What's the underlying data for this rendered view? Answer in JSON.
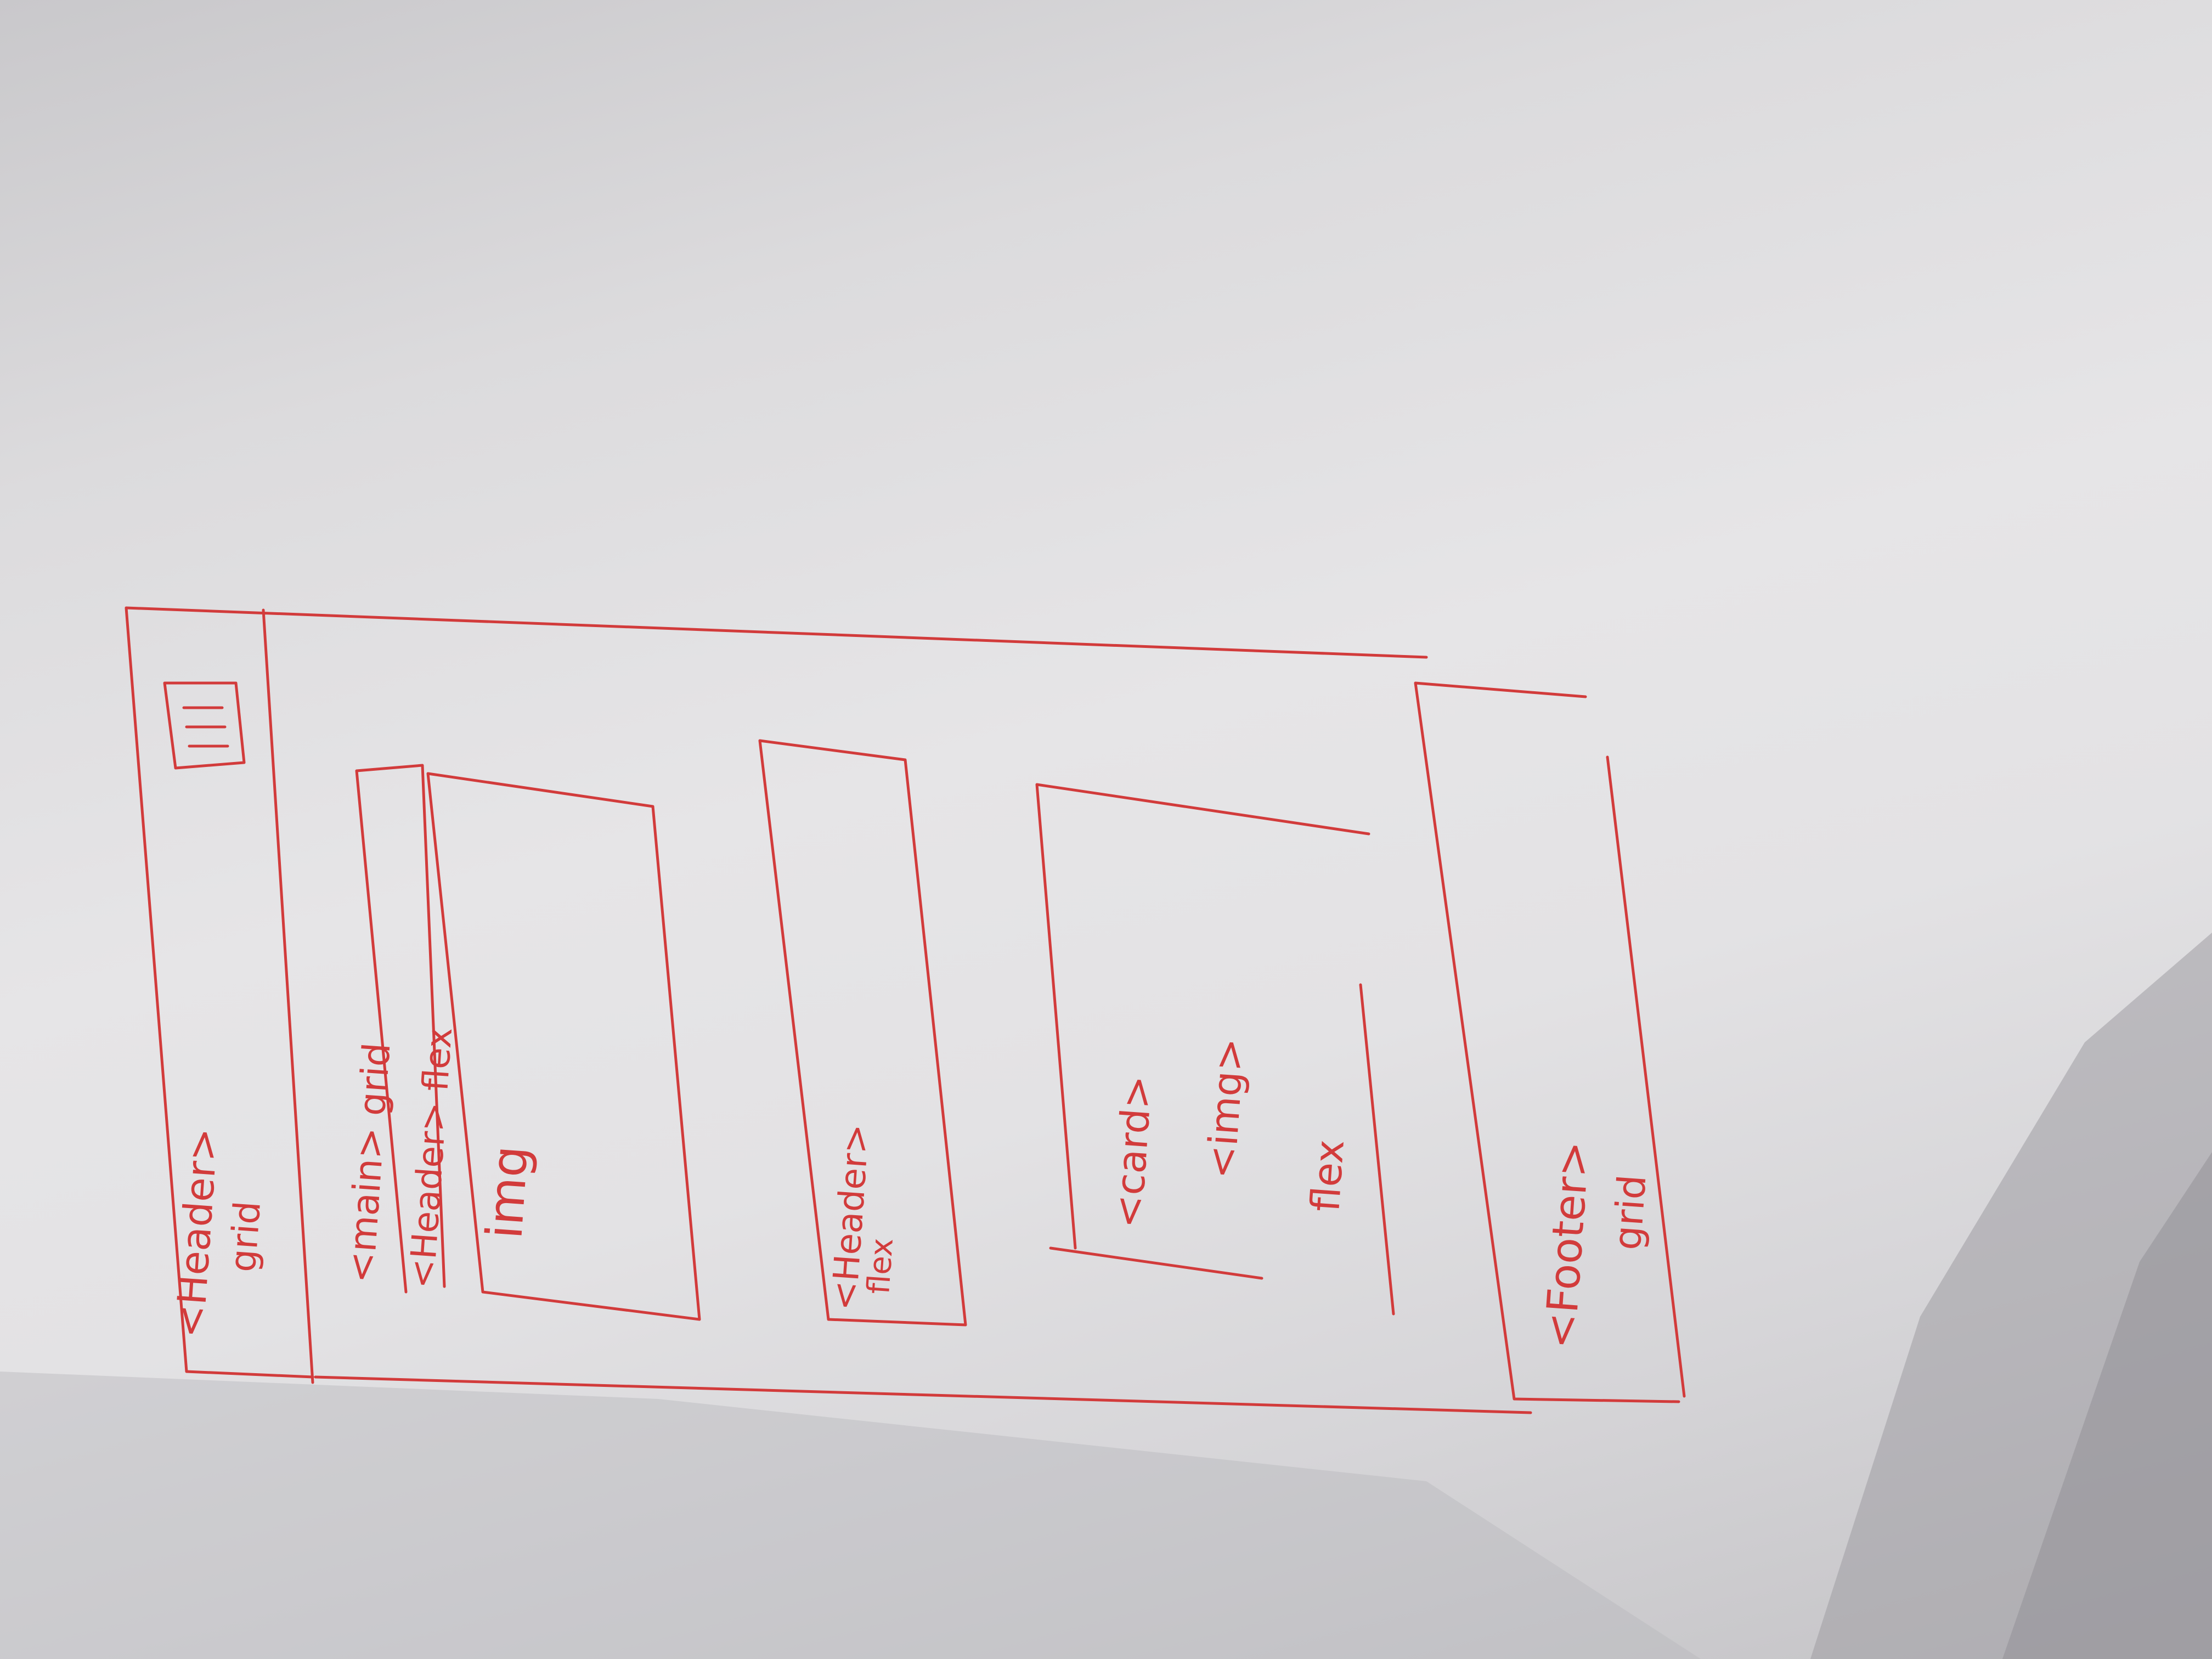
{
  "sketch": {
    "header_label": "<Header>",
    "header_layout": "grid",
    "main_label": "<main> grid",
    "section1_header": "<Header> flex",
    "section1_image": "img",
    "section2_header": "<Header>",
    "section2_layout": "flex",
    "card_label": "<card>",
    "card_img": "<img>",
    "card_layout": "flex",
    "footer_label": "<Footer>",
    "footer_layout": "grid",
    "menu_icon": "hamburger-menu-icon",
    "ink_color": "#d23b3b",
    "paper_color": "#e4e3e5"
  }
}
